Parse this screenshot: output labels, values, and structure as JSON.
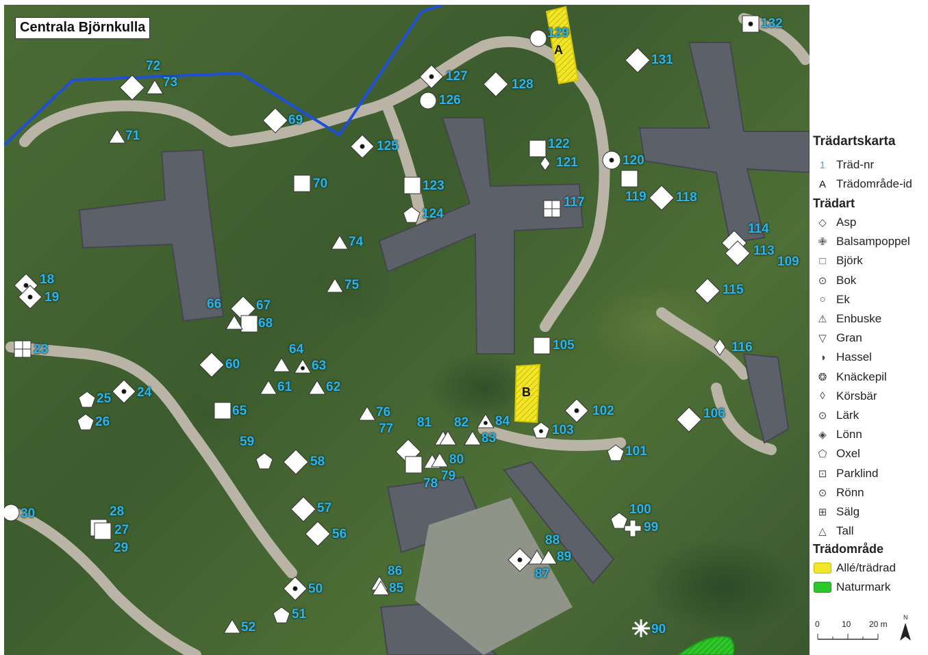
{
  "map": {
    "title": "Centrala Björnkulla",
    "colors": {
      "label": "#27b4f0",
      "boundary": "#1f4fd6",
      "alle": "#f2e62a",
      "naturmark": "#2fc62a",
      "building": "#5c6068",
      "path": "#b9b4a6"
    },
    "area_labels": [
      {
        "id": "A"
      },
      {
        "id": "B"
      }
    ],
    "tree_labels": [
      "72",
      "73",
      "71",
      "69",
      "70",
      "66",
      "67",
      "68",
      "18",
      "19",
      "23",
      "24",
      "25",
      "26",
      "60",
      "61",
      "62",
      "63",
      "64",
      "65",
      "59",
      "58",
      "57",
      "56",
      "28",
      "27",
      "29",
      "30",
      "50",
      "51",
      "52",
      "74",
      "75",
      "76",
      "77",
      "81",
      "82",
      "83",
      "84",
      "80",
      "79",
      "78",
      "85",
      "86",
      "87",
      "88",
      "89",
      "90",
      "99",
      "100",
      "101",
      "102",
      "103",
      "105",
      "106",
      "109",
      "113",
      "114",
      "115",
      "116",
      "117",
      "118",
      "119",
      "120",
      "121",
      "122",
      "123",
      "124",
      "125",
      "126",
      "127",
      "128",
      "129",
      "131",
      "132"
    ]
  },
  "legend": {
    "title": "Trädartskarta",
    "id_items": [
      {
        "symbol": "1",
        "label": "Träd-nr"
      },
      {
        "symbol": "A",
        "label": "Trädområde-id"
      }
    ],
    "species_header": "Trädart",
    "species": [
      {
        "icon": "asp-icon",
        "symbol": "◇",
        "label": "Asp"
      },
      {
        "icon": "balsampoppel-icon",
        "symbol": "✙",
        "label": "Balsampoppel"
      },
      {
        "icon": "bjork-icon",
        "symbol": "□",
        "label": "Björk"
      },
      {
        "icon": "bok-icon",
        "symbol": "⊙",
        "label": "Bok"
      },
      {
        "icon": "ek-icon",
        "symbol": "○",
        "label": "Ek"
      },
      {
        "icon": "enbuske-icon",
        "symbol": "⚠",
        "label": "Enbuske"
      },
      {
        "icon": "gran-icon",
        "symbol": "▽",
        "label": "Gran"
      },
      {
        "icon": "hassel-icon",
        "symbol": "◑",
        "label": "Hassel"
      },
      {
        "icon": "knackepil-icon",
        "symbol": "❂",
        "label": "Knäckepil"
      },
      {
        "icon": "korsbar-icon",
        "symbol": "◊",
        "label": "Körsbär"
      },
      {
        "icon": "lark-icon",
        "symbol": "⊙",
        "label": "Lärk"
      },
      {
        "icon": "lonn-icon",
        "symbol": "◈",
        "label": "Lönn"
      },
      {
        "icon": "oxel-icon",
        "symbol": "⬠",
        "label": "Oxel"
      },
      {
        "icon": "parklind-icon",
        "symbol": "⊡",
        "label": "Parklind"
      },
      {
        "icon": "ronn-icon",
        "symbol": "⊙",
        "label": "Rönn"
      },
      {
        "icon": "salg-icon",
        "symbol": "⊞",
        "label": "Sälg"
      },
      {
        "icon": "tall-icon",
        "symbol": "△",
        "label": "Tall"
      }
    ],
    "area_header": "Trädområde",
    "areas": [
      {
        "color": "#f2e62a",
        "label": "Allé/trädrad"
      },
      {
        "color": "#2fc62a",
        "label": "Naturmark"
      }
    ],
    "scale": {
      "ticks": [
        "0",
        "10",
        "20 m"
      ]
    },
    "north": "N"
  }
}
